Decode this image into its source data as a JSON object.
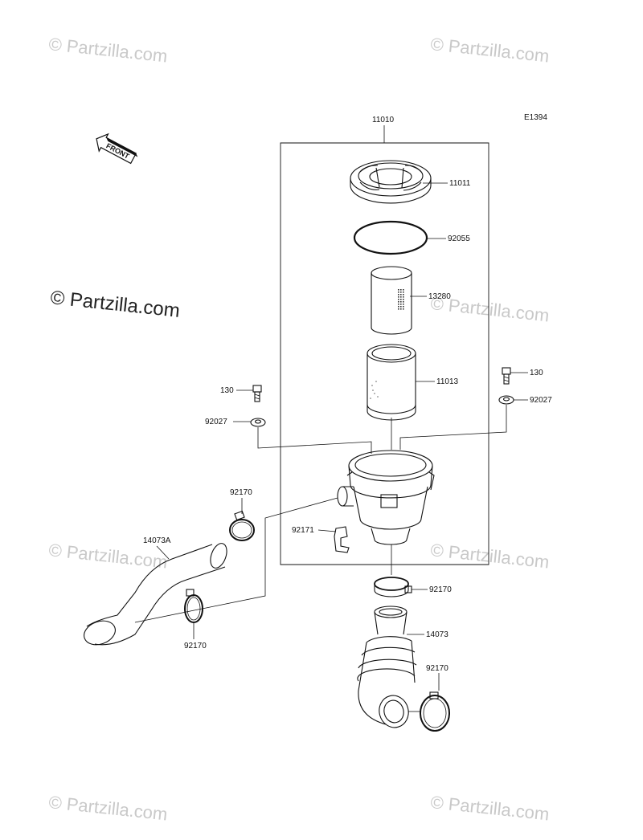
{
  "diagram": {
    "code": "E1394",
    "front_text": "FRONT",
    "labels": {
      "assembly": "11010",
      "cover": "11011",
      "oring": "92055",
      "element_inner": "13280",
      "element_outer": "11013",
      "bolt_left": "130",
      "washer_left": "92027",
      "bolt_right": "130",
      "washer_right": "92027",
      "clamp_upper_left": "92170",
      "clamp_lower_left": "92170",
      "clamp_center": "92170",
      "clamp_lower_right": "92170",
      "duct_left": "14073A",
      "duct_right": "14073",
      "clip": "92171"
    }
  },
  "watermarks": {
    "faint": "© Partzilla.com",
    "main": "© Partzilla.com"
  }
}
